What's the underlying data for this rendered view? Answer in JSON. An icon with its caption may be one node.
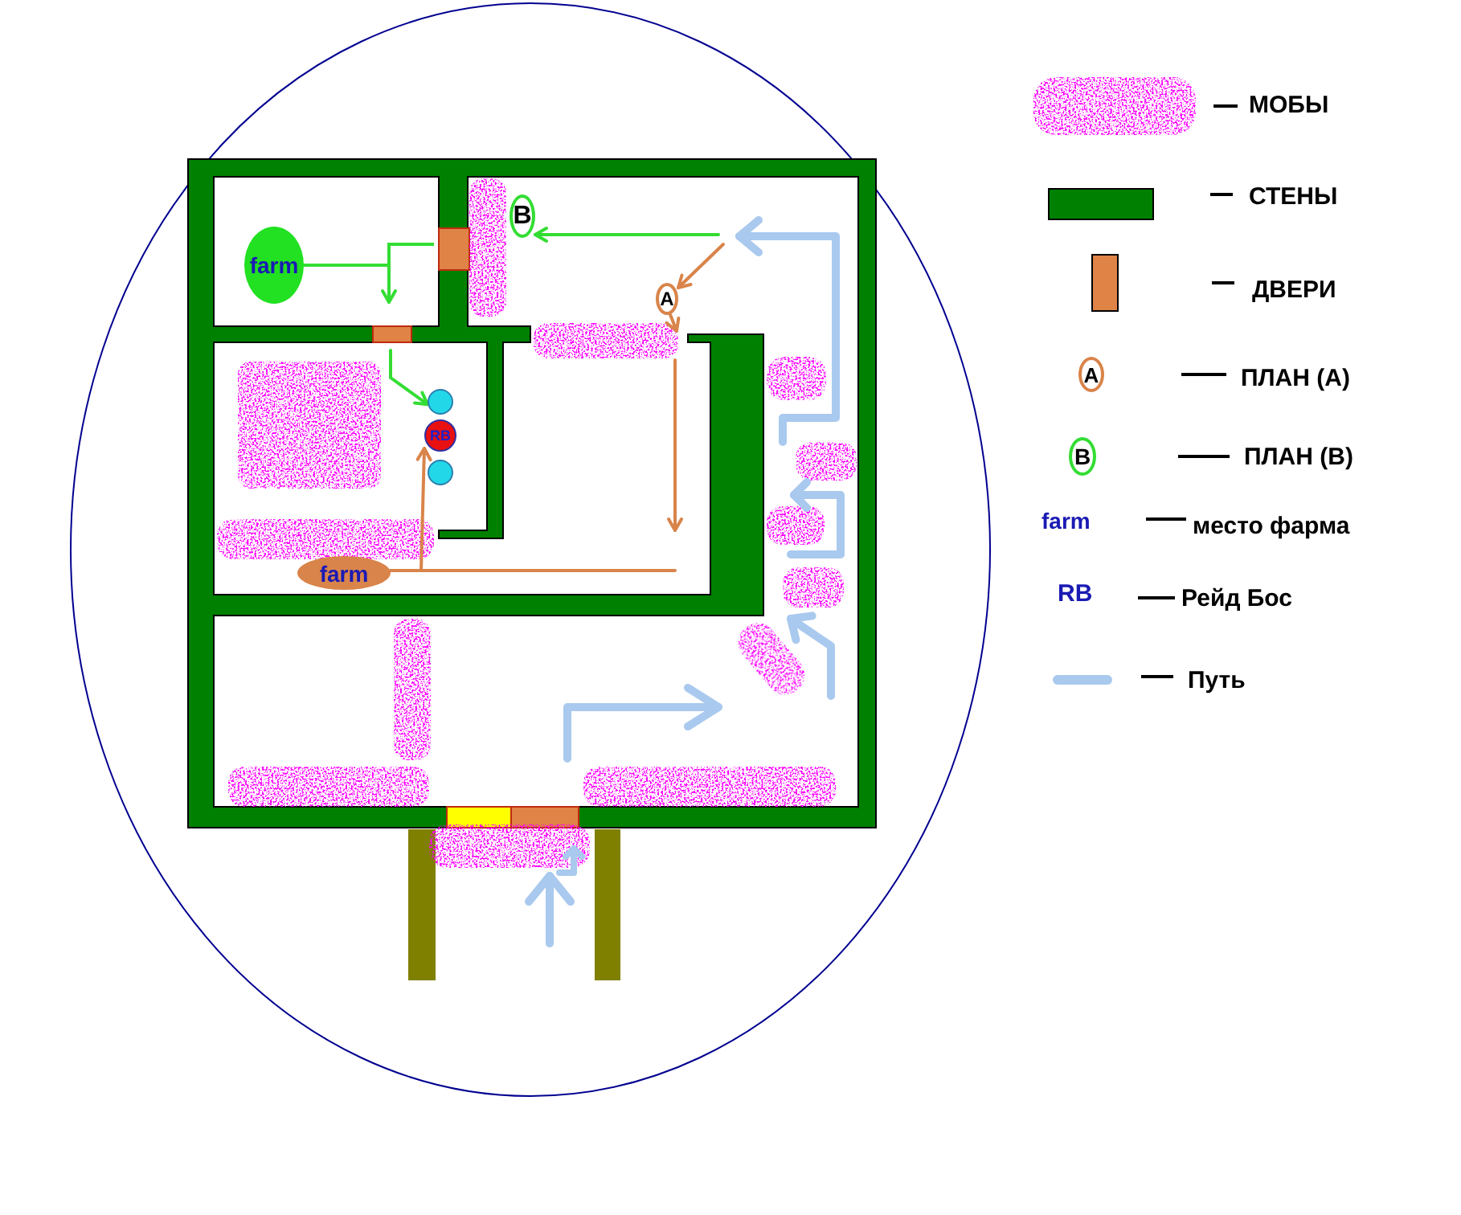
{
  "diagram": {
    "nodes": [
      {
        "text": [
          "B"
        ]
      },
      {
        "text": [
          "farm"
        ]
      },
      {
        "text": [
          "A"
        ]
      },
      {
        "text": [],
        "shape": "circle"
      },
      {
        "text": [
          "RB"
        ]
      },
      {
        "text": [],
        "shape": "circle"
      },
      {
        "text": [
          "farm"
        ]
      },
      {
        "text": [
          "A"
        ]
      },
      {
        "text": [
          "B"
        ]
      }
    ],
    "edges": [
      {
        "from": null,
        "to": 0,
        "arrow": "to",
        "color": "#33dd33"
      },
      {
        "from": null,
        "to": 2,
        "arrow": "to"
      },
      {
        "from": 1,
        "to": null,
        "arrow": "to",
        "color": "#33dd33"
      },
      {
        "from": 2,
        "to": null,
        "arrow": "to"
      },
      {
        "from": null,
        "to": 3,
        "arrow": "to",
        "color": "#33dd33"
      },
      {
        "from": 6,
        "to": null,
        "arrow": "none"
      },
      {
        "from": 6,
        "to": 4,
        "arrow": "to"
      }
    ],
    "labels": [
      "farm",
      "RB"
    ],
    "legend": [
      {
        "text": "МОБЫ",
        "color": "#ff00ff"
      },
      {
        "text": "СТЕНЫ",
        "color": "#008000"
      },
      {
        "text": "ДВЕРИ",
        "color": "#df8346"
      },
      {
        "text": "ПЛАН (А)"
      },
      {
        "text": "ПЛАН (В)"
      },
      {
        "text": "место фарма"
      },
      {
        "text": "Рейд Бос"
      },
      {
        "text": "Путь"
      }
    ]
  }
}
